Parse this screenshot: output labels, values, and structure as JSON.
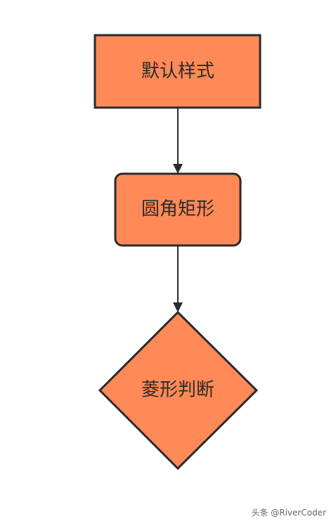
{
  "diagram": {
    "nodes": [
      {
        "id": "default",
        "shape": "rectangle",
        "label": "默认样式"
      },
      {
        "id": "rounded",
        "shape": "rounded-rectangle",
        "label": "圆角矩形"
      },
      {
        "id": "diamond",
        "shape": "diamond",
        "label": "菱形判断"
      }
    ],
    "edges": [
      {
        "from": "default",
        "to": "rounded"
      },
      {
        "from": "rounded",
        "to": "diamond"
      }
    ],
    "colors": {
      "fill": "#FF8A57",
      "stroke": "#2B2B2B",
      "background": "#FFFFFF"
    }
  },
  "watermark": {
    "text": "头条 @RiverCoder"
  }
}
